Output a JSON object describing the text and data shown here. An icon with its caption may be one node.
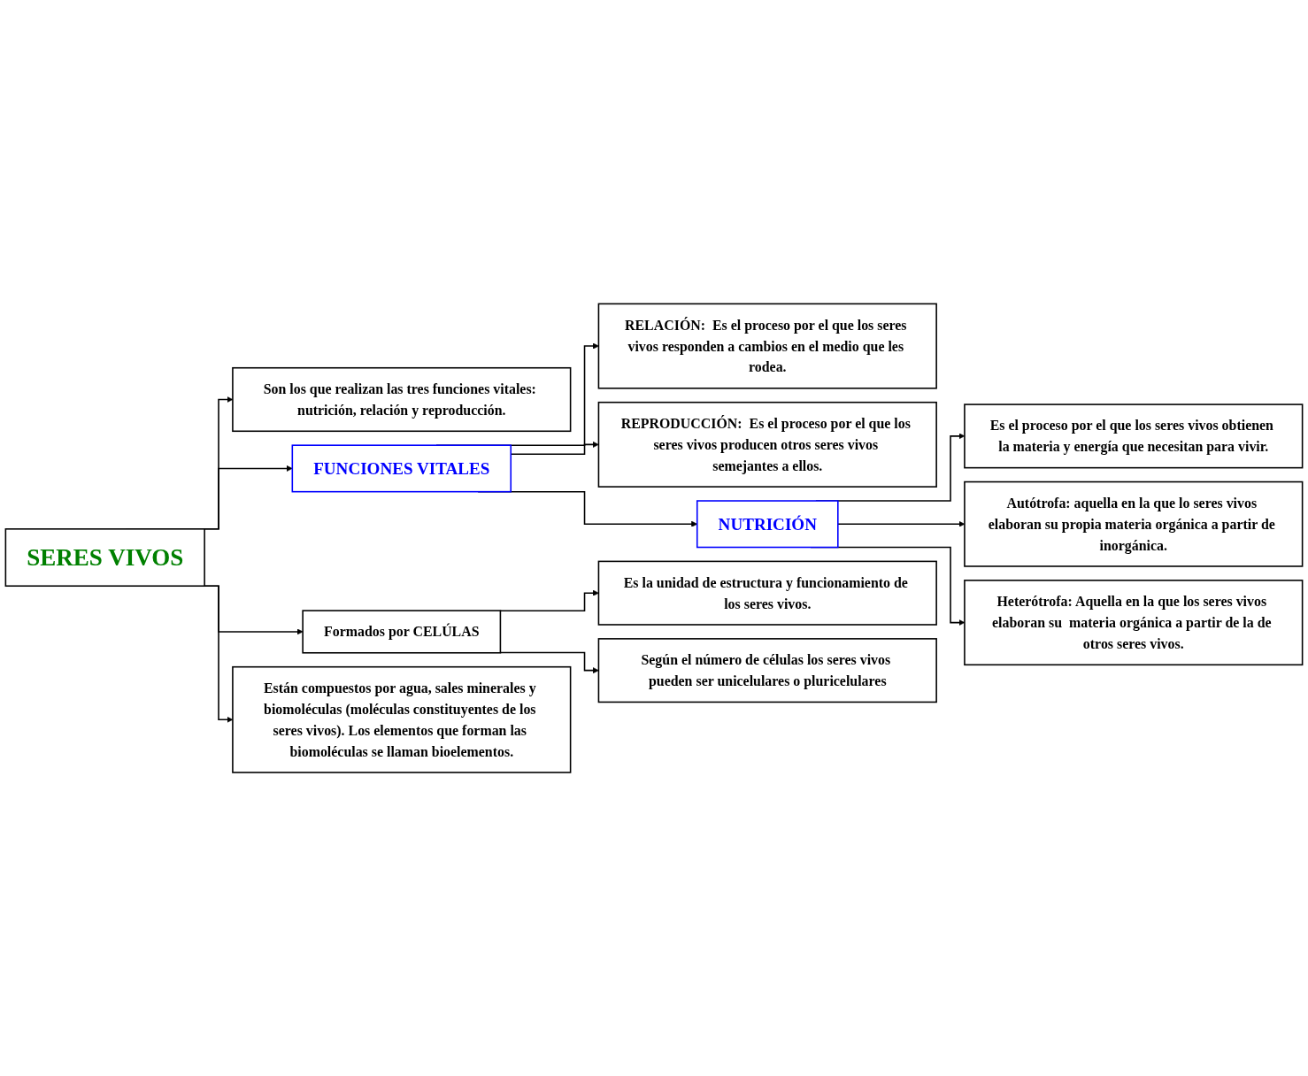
{
  "diagram": {
    "nodes": [
      {
        "text": [
          "SERES VIVOS"
        ]
      },
      {
        "text": [
          "Son los que realizan las tres funciones vitales: nutrición, relación y reproducción."
        ]
      },
      {
        "text": [
          "FUNCIONES VITALES"
        ]
      },
      {
        "text": [
          "RELACIÓN:  Es el proceso por el que los seres vivos responden a cambios en el medio que les rodea."
        ]
      },
      {
        "text": [
          "REPRODUCCIÓN:  Es el proceso por el que los seres vivos producen otros seres vivos semejantes a ellos."
        ]
      },
      {
        "text": [
          "NUTRICIÓN"
        ]
      },
      {
        "text": [
          "Es el proceso por el que los seres vivos obtienen la materia y energía que necesitan para vivir."
        ]
      },
      {
        "text": [
          "Autótrofa: aquella en la que lo seres vivos elaboran su propia materia orgánica a partir de inorgánica."
        ]
      },
      {
        "text": [
          "Heterótrofa: Aquella en la que los seres vivos elaboran su  materia orgánica a partir de la de otros seres vivos."
        ]
      },
      {
        "text": [
          "Formados por CELÚLAS"
        ]
      },
      {
        "text": [
          "Es la unidad de estructura y funcionamiento de los seres vivos."
        ]
      },
      {
        "text": [
          "Según el número de células los seres vivos pueden ser unicelulares o pluricelulares"
        ]
      },
      {
        "text": [
          "Están compuestos por agua, sales minerales y biomoléculas (moléculas constituyentes de los seres vivos). Los elementos que forman las biomoléculas se llaman bioelementos."
        ]
      }
    ],
    "edges": [
      {
        "from": 0,
        "to": 1,
        "arrow": "to"
      },
      {
        "from": 0,
        "to": 2,
        "arrow": "to"
      },
      {
        "from": 2,
        "to": 3,
        "arrow": "to"
      },
      {
        "from": 2,
        "to": 4,
        "arrow": "to"
      },
      {
        "from": 2,
        "to": 5,
        "arrow": "to"
      },
      {
        "from": 5,
        "to": 6,
        "arrow": "to"
      },
      {
        "from": 5,
        "to": 7,
        "arrow": "to"
      },
      {
        "from": 5,
        "to": 8,
        "arrow": "to"
      },
      {
        "from": 0,
        "to": 9,
        "arrow": "to"
      },
      {
        "from": 9,
        "to": 10,
        "arrow": "to"
      },
      {
        "from": 9,
        "to": 11,
        "arrow": "to"
      },
      {
        "from": 0,
        "to": 12,
        "arrow": "to"
      }
    ]
  }
}
